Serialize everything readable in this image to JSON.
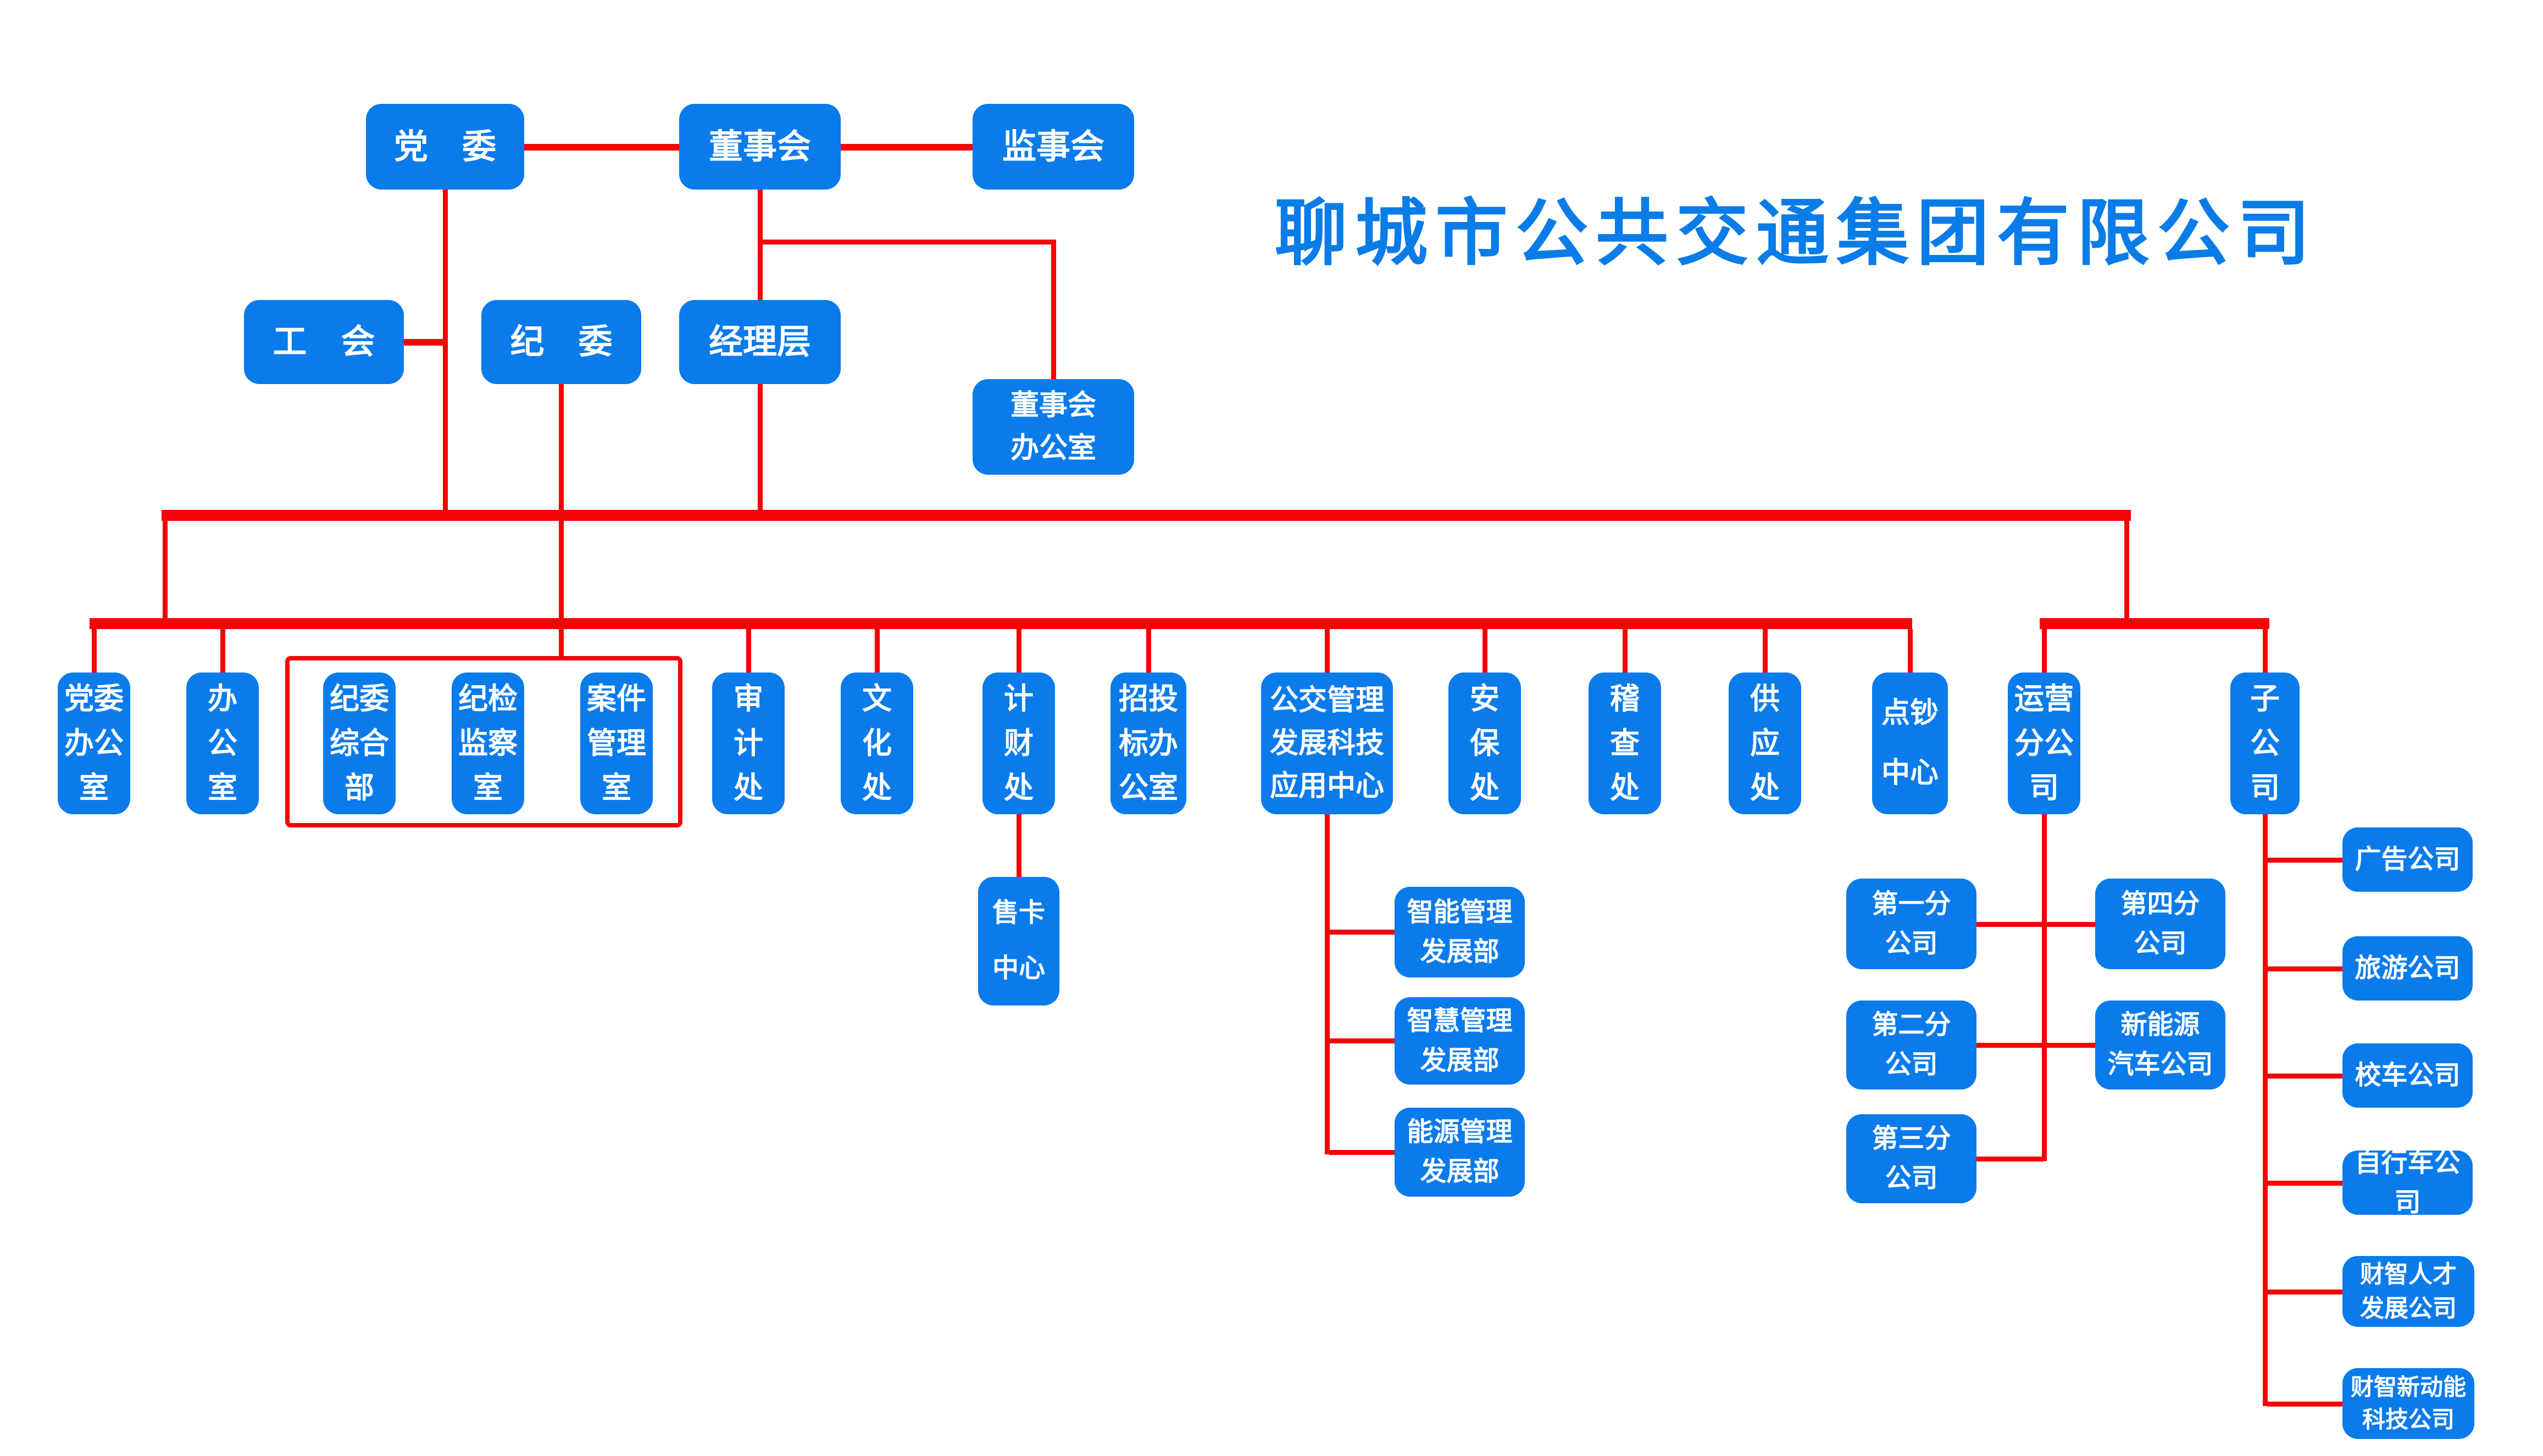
{
  "title": "聊城市公共交通集团有限公司",
  "colors": {
    "box": "#0a7beb",
    "line": "#f40404",
    "title": "#0a7ce8",
    "box_text": "#ffffff"
  },
  "top": {
    "party_committee": "党　委",
    "board": "董事会",
    "supervisory_board": "监事会",
    "labor_union": "工　会",
    "discipline_committee": "纪　委",
    "management_level": "经理层",
    "board_office": "董事会\n办公室"
  },
  "departments": [
    {
      "id": "party-committee-office",
      "label": "党委\n办公\n室"
    },
    {
      "id": "general-office",
      "label": "办\n公\n室"
    },
    {
      "id": "discipline-general-dept",
      "label": "纪委\n综合\n部"
    },
    {
      "id": "discipline-inspection-office",
      "label": "纪检\n监察\n室"
    },
    {
      "id": "case-management-office",
      "label": "案件\n管理\n室"
    },
    {
      "id": "audit-office",
      "label": "审\n计\n处"
    },
    {
      "id": "culture-office",
      "label": "文\n化\n处"
    },
    {
      "id": "finance-office",
      "label": "计\n财\n处"
    },
    {
      "id": "bidding-office",
      "label": "招投\n标办\n公室"
    },
    {
      "id": "transit-tech-center",
      "label": "公交管理\n发展科技\n应用中心"
    },
    {
      "id": "security-office",
      "label": "安\n保\n处"
    },
    {
      "id": "inspection-office",
      "label": "稽\n查\n处"
    },
    {
      "id": "supply-office",
      "label": "供\n应\n处"
    },
    {
      "id": "cash-counting-center",
      "label": "点钞\n中心"
    },
    {
      "id": "operation-branch",
      "label": "运营\n分公\n司"
    },
    {
      "id": "subsidiaries",
      "label": "子\n公\n司"
    }
  ],
  "sub_units": {
    "card_center": "售卡\n中心",
    "tech_departments": [
      {
        "label": "智能管理\n发展部"
      },
      {
        "label": "智慧管理\n发展部"
      },
      {
        "label": "能源管理\n发展部"
      }
    ],
    "operation_branches_left": [
      {
        "label": "第一分\n公司"
      },
      {
        "label": "第二分\n公司"
      },
      {
        "label": "第三分\n公司"
      }
    ],
    "operation_branches_right": [
      {
        "label": "第四分\n公司"
      },
      {
        "label": "新能源\n汽车公司"
      }
    ],
    "subsidiary_companies": [
      {
        "label": "广告公司"
      },
      {
        "label": "旅游公司"
      },
      {
        "label": "校车公司"
      },
      {
        "label": "自行车公司"
      },
      {
        "label": "财智人才\n发展公司"
      },
      {
        "label": "财智新动能\n科技公司"
      }
    ]
  }
}
